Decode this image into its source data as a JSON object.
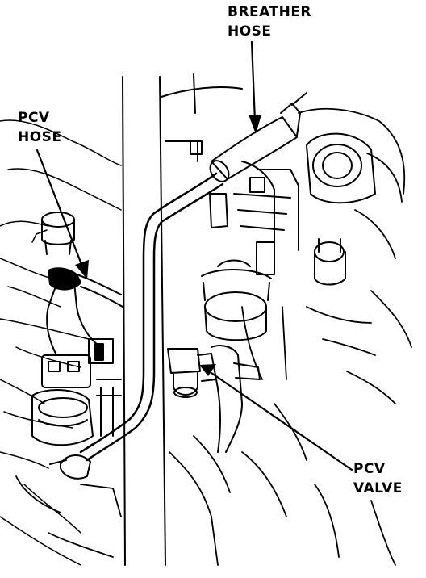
{
  "callouts": {
    "breather_hose": {
      "line1": "BREATHER",
      "line2": "HOSE"
    },
    "pcv_hose": {
      "line1": "PCV",
      "line2": "HOSE"
    },
    "pcv_valve": {
      "line1": "PCV",
      "line2": "VALVE"
    }
  },
  "colors": {
    "ink": "#000000",
    "paper": "#ffffff"
  }
}
